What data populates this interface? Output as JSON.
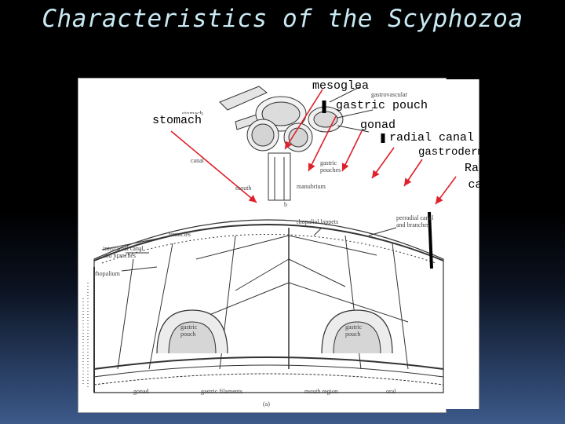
{
  "title": "Characteristics of the Scyphozoa",
  "labels": {
    "mesoglea": "mesoglea",
    "gastric_pouch": "gastric pouch",
    "stomach": "stomach",
    "gonad": "gonad",
    "radial_canal": "radial canal",
    "gastrodermis": "gastrodermis",
    "radial_canal_2": "Radial\ncanal"
  },
  "diagram_text": {
    "stomach": "stomach",
    "gastrovascular": "gastrovascular",
    "canal": "canal",
    "gastric_pouches": "gastric\npouches",
    "mouth": "mouth",
    "manubrium": "manubrium",
    "fig_b": "b",
    "rhopalial_lappets": "rhopalial lappets",
    "perradial_canal": "perradial canal\nand branches",
    "tentacles": "tentacles",
    "interradial_canal": "interradial canal\nand branches",
    "rhopalium": "rhopalium",
    "gastric_pouch_1": "gastric\npouch",
    "gastric_pouch_2": "gastric\npouch",
    "gonad_small": "gonad",
    "gastric_filaments": "gastric filaments",
    "mouth_region": "mouth region",
    "oral": "oral",
    "fig_a": "(a)"
  },
  "colors": {
    "arrow": "#e0202a",
    "title": "#c8e9f2",
    "ink": "#333333"
  }
}
